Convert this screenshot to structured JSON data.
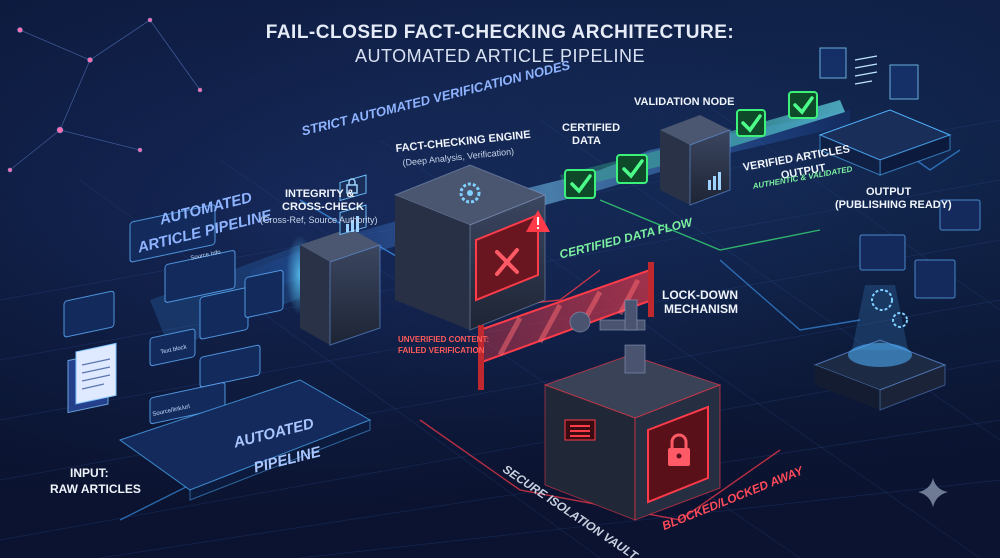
{
  "title": {
    "line1": "FAIL-CLOSED FACT-CHECKING ARCHITECTURE:",
    "line2": "AUTOMATED ARTICLE PIPELINE"
  },
  "labels": {
    "strict_nodes": "STRICT AUTOMATED VERIFICATION NODES",
    "automated_pipeline_top_1": "AUTOMATED",
    "automated_pipeline_top_2": "ARTICLE PIPELINE",
    "automated_pipeline_bottom_1": "AUTOATED",
    "automated_pipeline_bottom_2": "PIPELINE",
    "input_1": "INPUT:",
    "input_2": "RAW ARTICLES",
    "integrity_1": "INTEGRITY &",
    "integrity_2": "CROSS-CHECK",
    "integrity_sub": "(Cross-Ref, Source Authority)",
    "engine_1": "FACT-CHECKING ENGINE",
    "engine_sub": "(Deep Analysis, Verification)",
    "certified_1": "CERTIFIED",
    "certified_2": "DATA",
    "validation_node": "VALIDATION NODE",
    "verified_1": "VERIFIED ARTICLES",
    "verified_2": "OUTPUT",
    "verified_sub": "AUTHENTIC & VALIDATED",
    "output_1": "OUTPUT",
    "output_2": "(PUBLISHING READY)",
    "certified_flow": "CERTIFIED DATA FLOW",
    "lockdown_1": "LOCK-DOWN",
    "lockdown_2": "MECHANISM",
    "unverified_1": "UNVERIFIED CONTENT:",
    "unverified_2": "FAILED VERIFICATION",
    "vault": "SECURE ISOLATION VAULT",
    "blocked": "BLOCKED/LOCKED AWAY"
  },
  "card_texts": {
    "source_info": "Source Info",
    "text_block": "Text block",
    "source_link": "Source/link/url"
  },
  "icons": [
    "gear-icon",
    "lock-icon",
    "bar-chart-icon",
    "x-icon",
    "warning-icon",
    "checkmark-icon",
    "document-icon",
    "padlock-icon",
    "sparkle-icon"
  ],
  "colors": {
    "background": "#0b1430",
    "accent_blue": "#4fb3ff",
    "accent_green": "#3cf07a",
    "accent_red": "#ff3b4a"
  }
}
